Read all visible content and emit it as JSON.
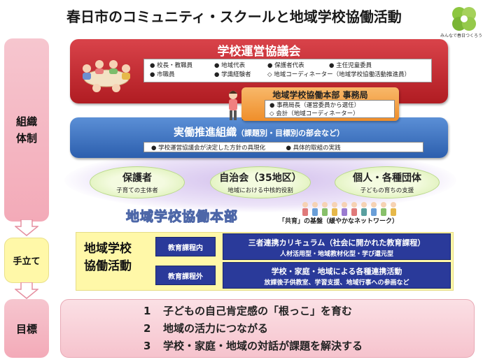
{
  "title": "春日市のコミュニティ・スクールと地域学校協働活動",
  "logo_caption": "みんなで春日つくろう",
  "side": {
    "org": [
      "組織",
      "体制"
    ],
    "steps": "手立て",
    "goal": "目標"
  },
  "council": {
    "title": "学校運営協議会",
    "members": [
      [
        "● 校長・教職員",
        "● 地域代表",
        "● 保護者代表",
        "● 主任児童委員"
      ],
      [
        "● 市職員",
        "● 学識経験者",
        "◇ 地域コーディネーター（地域学校協働活動推進員）"
      ]
    ]
  },
  "office": {
    "title": "地域学校協働本部 事務局",
    "items": [
      "● 事務局長（運営委員から選任）",
      "◇ 会計（地域コーディネーター）"
    ]
  },
  "impl": {
    "title": "実働推進組織",
    "subtitle": "（課題別・目標別の部会など）",
    "items": [
      "● 学校運営協議会が決定した方針の具現化",
      "● 具体的取組の実践"
    ]
  },
  "groups": [
    {
      "title": "保護者",
      "sub": "子育ての主体者"
    },
    {
      "title": "自治会（35地区）",
      "sub": "地域における中核的役割"
    },
    {
      "title": "個人・各種団体",
      "sub": "子どもの育ちの支援"
    }
  ],
  "hq": {
    "label": "地域学校協働本部",
    "caption": "「共育」の基盤（緩やかなネットワーク）"
  },
  "activities": {
    "title": [
      "地域学校",
      "協働活動"
    ],
    "rows": [
      {
        "tag": "教育課程内",
        "title": "三者連携カリキュラム（社会に開かれた教育課程）",
        "sub": "人材活用型・地域教材化型・学び還元型"
      },
      {
        "tag": "教育課程外",
        "title": "学校・家庭・地域による各種連携活動",
        "sub": "放課後子供教室、学習支援、地域行事への参画など"
      }
    ]
  },
  "goals": [
    {
      "num": "1",
      "text": "子どもの自己肯定感の「根っこ」を育む"
    },
    {
      "num": "2",
      "text": "地域の活力につながる"
    },
    {
      "num": "3",
      "text": "学校・家庭・地域の対話が課題を解決する"
    }
  ],
  "colors": {
    "council": "#c0272d",
    "office": "#f29b3c",
    "impl": "#3a6fc0",
    "activity_card": "#2a3a9a",
    "activity_bg": "#fff8a8",
    "side_pink": "#f5b7c3"
  }
}
